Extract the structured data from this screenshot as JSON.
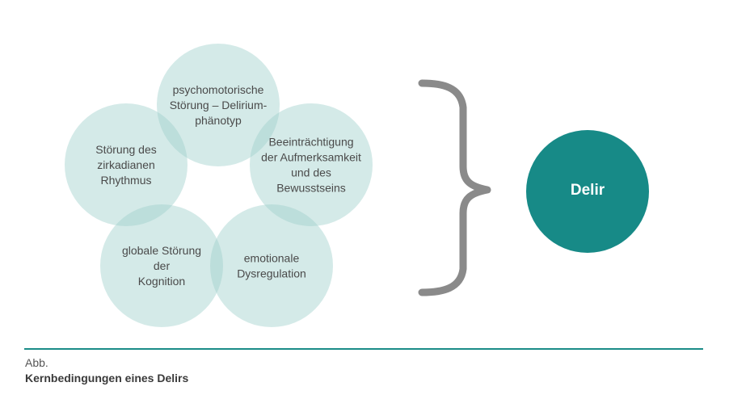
{
  "diagram": {
    "factors": [
      {
        "id": "psychomotor",
        "lines": [
          "psychomotorische",
          "Störung – Delirium-",
          "phänotyp"
        ]
      },
      {
        "id": "attention",
        "lines": [
          "Beeinträchtigung",
          "der Aufmerksamkeit",
          "und des",
          "Bewusstseins"
        ]
      },
      {
        "id": "emotional",
        "lines": [
          "emotionale",
          "Dysregulation"
        ]
      },
      {
        "id": "cognition",
        "lines": [
          "globale Störung",
          "der",
          "Kognition"
        ]
      },
      {
        "id": "circadian",
        "lines": [
          "Störung des",
          "zirkadianen",
          "Rhythmus"
        ]
      }
    ],
    "result": "Delir",
    "colors": {
      "petal": "#9fd0cd",
      "brace": "#8a8a8a",
      "result": "#178a87",
      "rule": "#1b8c88"
    }
  },
  "caption": {
    "prefix": "Abb.",
    "title": "Kernbedingungen eines Delirs"
  }
}
